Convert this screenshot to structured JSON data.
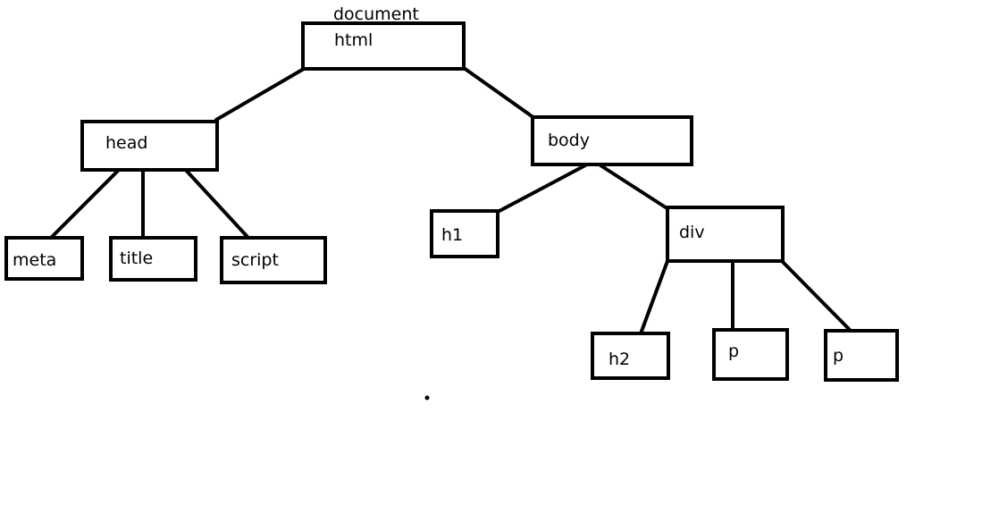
{
  "diagram": {
    "document_label": "document",
    "nodes": {
      "html": "html",
      "head": "head",
      "body": "body",
      "meta": "meta",
      "title": "title",
      "script": "script",
      "h1": "h1",
      "div": "div",
      "h2": "h2",
      "p1": "p",
      "p2": "p"
    }
  }
}
